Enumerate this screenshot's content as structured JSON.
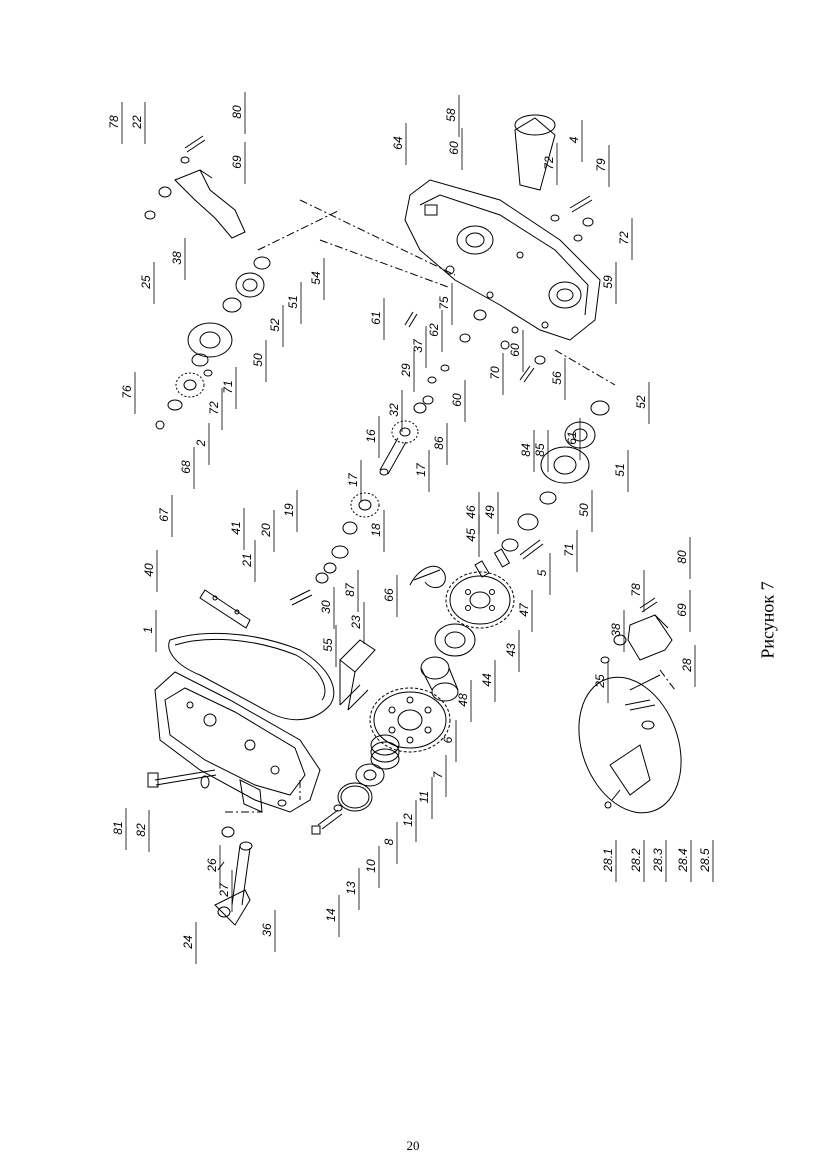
{
  "figure": {
    "caption": "Рисунок 7"
  },
  "page": {
    "number": "20"
  },
  "callouts": [
    {
      "id": "c80a",
      "label": "80"
    },
    {
      "id": "c78a",
      "label": "78"
    },
    {
      "id": "c22",
      "label": "22"
    },
    {
      "id": "c69a",
      "label": "69"
    },
    {
      "id": "c25a",
      "label": "25"
    },
    {
      "id": "c38a",
      "label": "38"
    },
    {
      "id": "c54",
      "label": "54"
    },
    {
      "id": "c51a",
      "label": "51"
    },
    {
      "id": "c52a",
      "label": "52"
    },
    {
      "id": "c50a",
      "label": "50"
    },
    {
      "id": "c71a",
      "label": "71"
    },
    {
      "id": "c72a",
      "label": "72"
    },
    {
      "id": "c2",
      "label": "2"
    },
    {
      "id": "c68",
      "label": "68"
    },
    {
      "id": "c67",
      "label": "67"
    },
    {
      "id": "c76",
      "label": "76"
    },
    {
      "id": "c58",
      "label": "58"
    },
    {
      "id": "c4",
      "label": "4"
    },
    {
      "id": "c64",
      "label": "64"
    },
    {
      "id": "c60a",
      "label": "60"
    },
    {
      "id": "c72b",
      "label": "72"
    },
    {
      "id": "c79",
      "label": "79"
    },
    {
      "id": "c72c",
      "label": "72"
    },
    {
      "id": "c59",
      "label": "59"
    },
    {
      "id": "c61a",
      "label": "61"
    },
    {
      "id": "c75",
      "label": "75"
    },
    {
      "id": "c62",
      "label": "62"
    },
    {
      "id": "c37",
      "label": "37"
    },
    {
      "id": "c70",
      "label": "70"
    },
    {
      "id": "c60b",
      "label": "60"
    },
    {
      "id": "c56",
      "label": "56"
    },
    {
      "id": "c29",
      "label": "29"
    },
    {
      "id": "c60c",
      "label": "60"
    },
    {
      "id": "c32",
      "label": "32"
    },
    {
      "id": "c86",
      "label": "86"
    },
    {
      "id": "c16",
      "label": "16"
    },
    {
      "id": "c17a",
      "label": "17"
    },
    {
      "id": "c17b",
      "label": "17"
    },
    {
      "id": "c18",
      "label": "18"
    },
    {
      "id": "c61b",
      "label": "61"
    },
    {
      "id": "c52b",
      "label": "52"
    },
    {
      "id": "c51b",
      "label": "51"
    },
    {
      "id": "c50b",
      "label": "50"
    },
    {
      "id": "c84",
      "label": "84"
    },
    {
      "id": "c85",
      "label": "85"
    },
    {
      "id": "c71b",
      "label": "71"
    },
    {
      "id": "c5",
      "label": "5"
    },
    {
      "id": "c46",
      "label": "46"
    },
    {
      "id": "c49",
      "label": "49"
    },
    {
      "id": "c45",
      "label": "45"
    },
    {
      "id": "c47",
      "label": "47"
    },
    {
      "id": "c19",
      "label": "19"
    },
    {
      "id": "c20",
      "label": "20"
    },
    {
      "id": "c21",
      "label": "21"
    },
    {
      "id": "c30",
      "label": "30"
    },
    {
      "id": "c87",
      "label": "87"
    },
    {
      "id": "c40",
      "label": "40"
    },
    {
      "id": "c41",
      "label": "41"
    },
    {
      "id": "c66",
      "label": "66"
    },
    {
      "id": "c43",
      "label": "43"
    },
    {
      "id": "c44",
      "label": "44"
    },
    {
      "id": "c48",
      "label": "48"
    },
    {
      "id": "c6",
      "label": "6"
    },
    {
      "id": "c23",
      "label": "23"
    },
    {
      "id": "c55",
      "label": "55"
    },
    {
      "id": "c1",
      "label": "1"
    },
    {
      "id": "c7",
      "label": "7"
    },
    {
      "id": "c11",
      "label": "11"
    },
    {
      "id": "c12",
      "label": "12"
    },
    {
      "id": "c8",
      "label": "8"
    },
    {
      "id": "c10",
      "label": "10"
    },
    {
      "id": "c13",
      "label": "13"
    },
    {
      "id": "c14",
      "label": "14"
    },
    {
      "id": "c36",
      "label": "36"
    },
    {
      "id": "c24",
      "label": "24"
    },
    {
      "id": "c27",
      "label": "27"
    },
    {
      "id": "c26",
      "label": "26"
    },
    {
      "id": "c81",
      "label": "81"
    },
    {
      "id": "c82",
      "label": "82"
    },
    {
      "id": "c80b",
      "label": "80"
    },
    {
      "id": "c78b",
      "label": "78"
    },
    {
      "id": "c69b",
      "label": "69"
    },
    {
      "id": "c38b",
      "label": "38"
    },
    {
      "id": "c25b",
      "label": "25"
    },
    {
      "id": "c28",
      "label": "28"
    },
    {
      "id": "c28_1",
      "label": "28.1"
    },
    {
      "id": "c28_2",
      "label": "28.2"
    },
    {
      "id": "c28_3",
      "label": "28.3"
    },
    {
      "id": "c28_4",
      "label": "28.4"
    },
    {
      "id": "c28_5",
      "label": "28.5"
    }
  ]
}
